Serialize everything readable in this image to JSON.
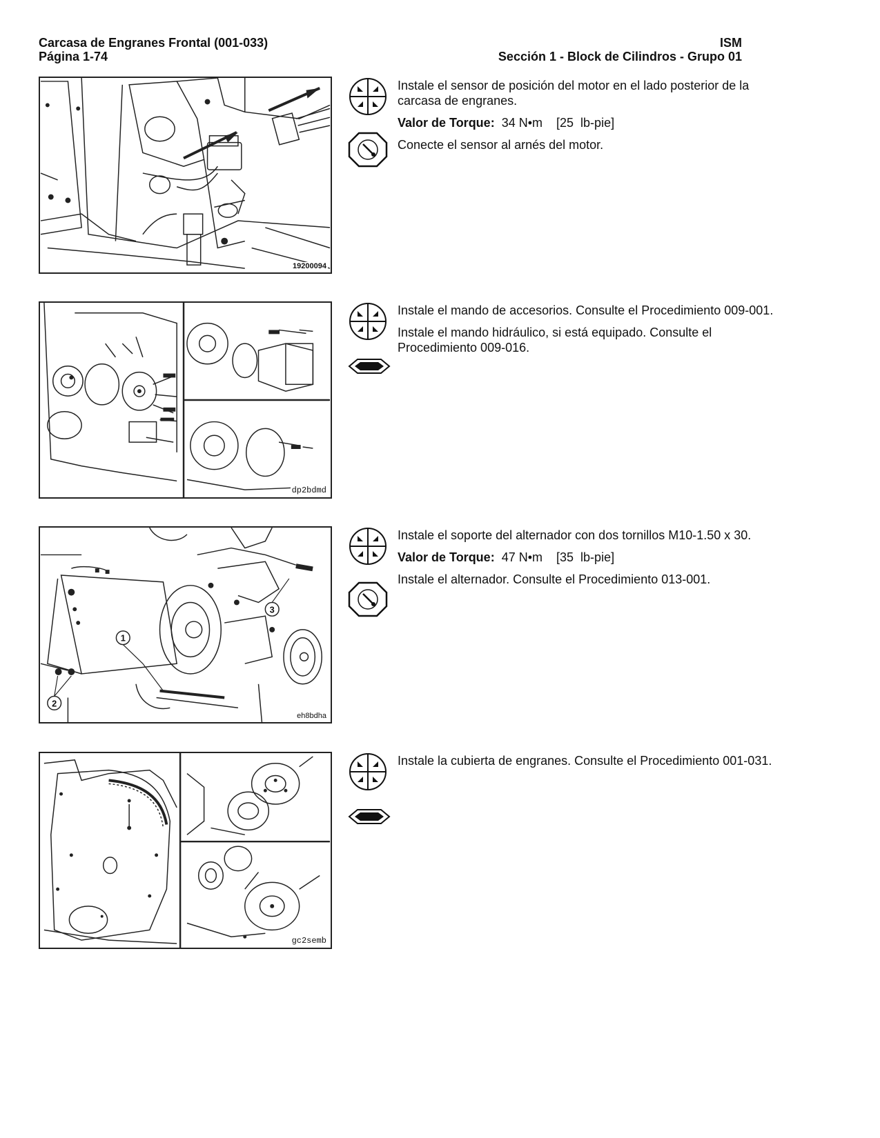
{
  "header": {
    "title": "Carcasa de Engranes Frontal (001-033)",
    "page": "Página 1-74",
    "product": "ISM",
    "section": "Sección 1 - Block de Cilindros - Grupo 01"
  },
  "steps": [
    {
      "figure_id": "19200094",
      "paragraphs": [
        "Instale el sensor de posición del motor en el lado posterior de la carcasa de engranes."
      ],
      "torque_label": "Valor de Torque:",
      "torque_value": "34 N•m    [25  lb-pie]",
      "after": "Conecte el sensor al arnés del motor.",
      "icons": [
        "install-icon",
        "torque-wrench-icon"
      ]
    },
    {
      "figure_id": "dp2bdmd",
      "paragraphs": [
        "Instale el mando de accesorios. Consulte el Procedimiento 009-001.",
        "Instale el mando hidráulico, si está equipado. Consulte el Procedimiento 009-016."
      ],
      "icons": [
        "install-icon",
        "gasket-icon"
      ]
    },
    {
      "figure_id": "eh8bdha",
      "callouts": [
        "1",
        "2",
        "3"
      ],
      "paragraphs": [
        "Instale el soporte del alternador con dos tornillos M10-1.50 x 30."
      ],
      "torque_label": "Valor de Torque:",
      "torque_value": "47 N•m    [35  lb-pie]",
      "after": "Instale el alternador. Consulte el Procedimiento 013-001.",
      "icons": [
        "install-icon",
        "torque-wrench-icon"
      ]
    },
    {
      "figure_id": "gc2semb",
      "paragraphs": [
        "Instale la cubierta de engranes. Consulte el Procedimiento 001-031."
      ],
      "icons": [
        "install-icon",
        "gasket-icon"
      ]
    }
  ]
}
